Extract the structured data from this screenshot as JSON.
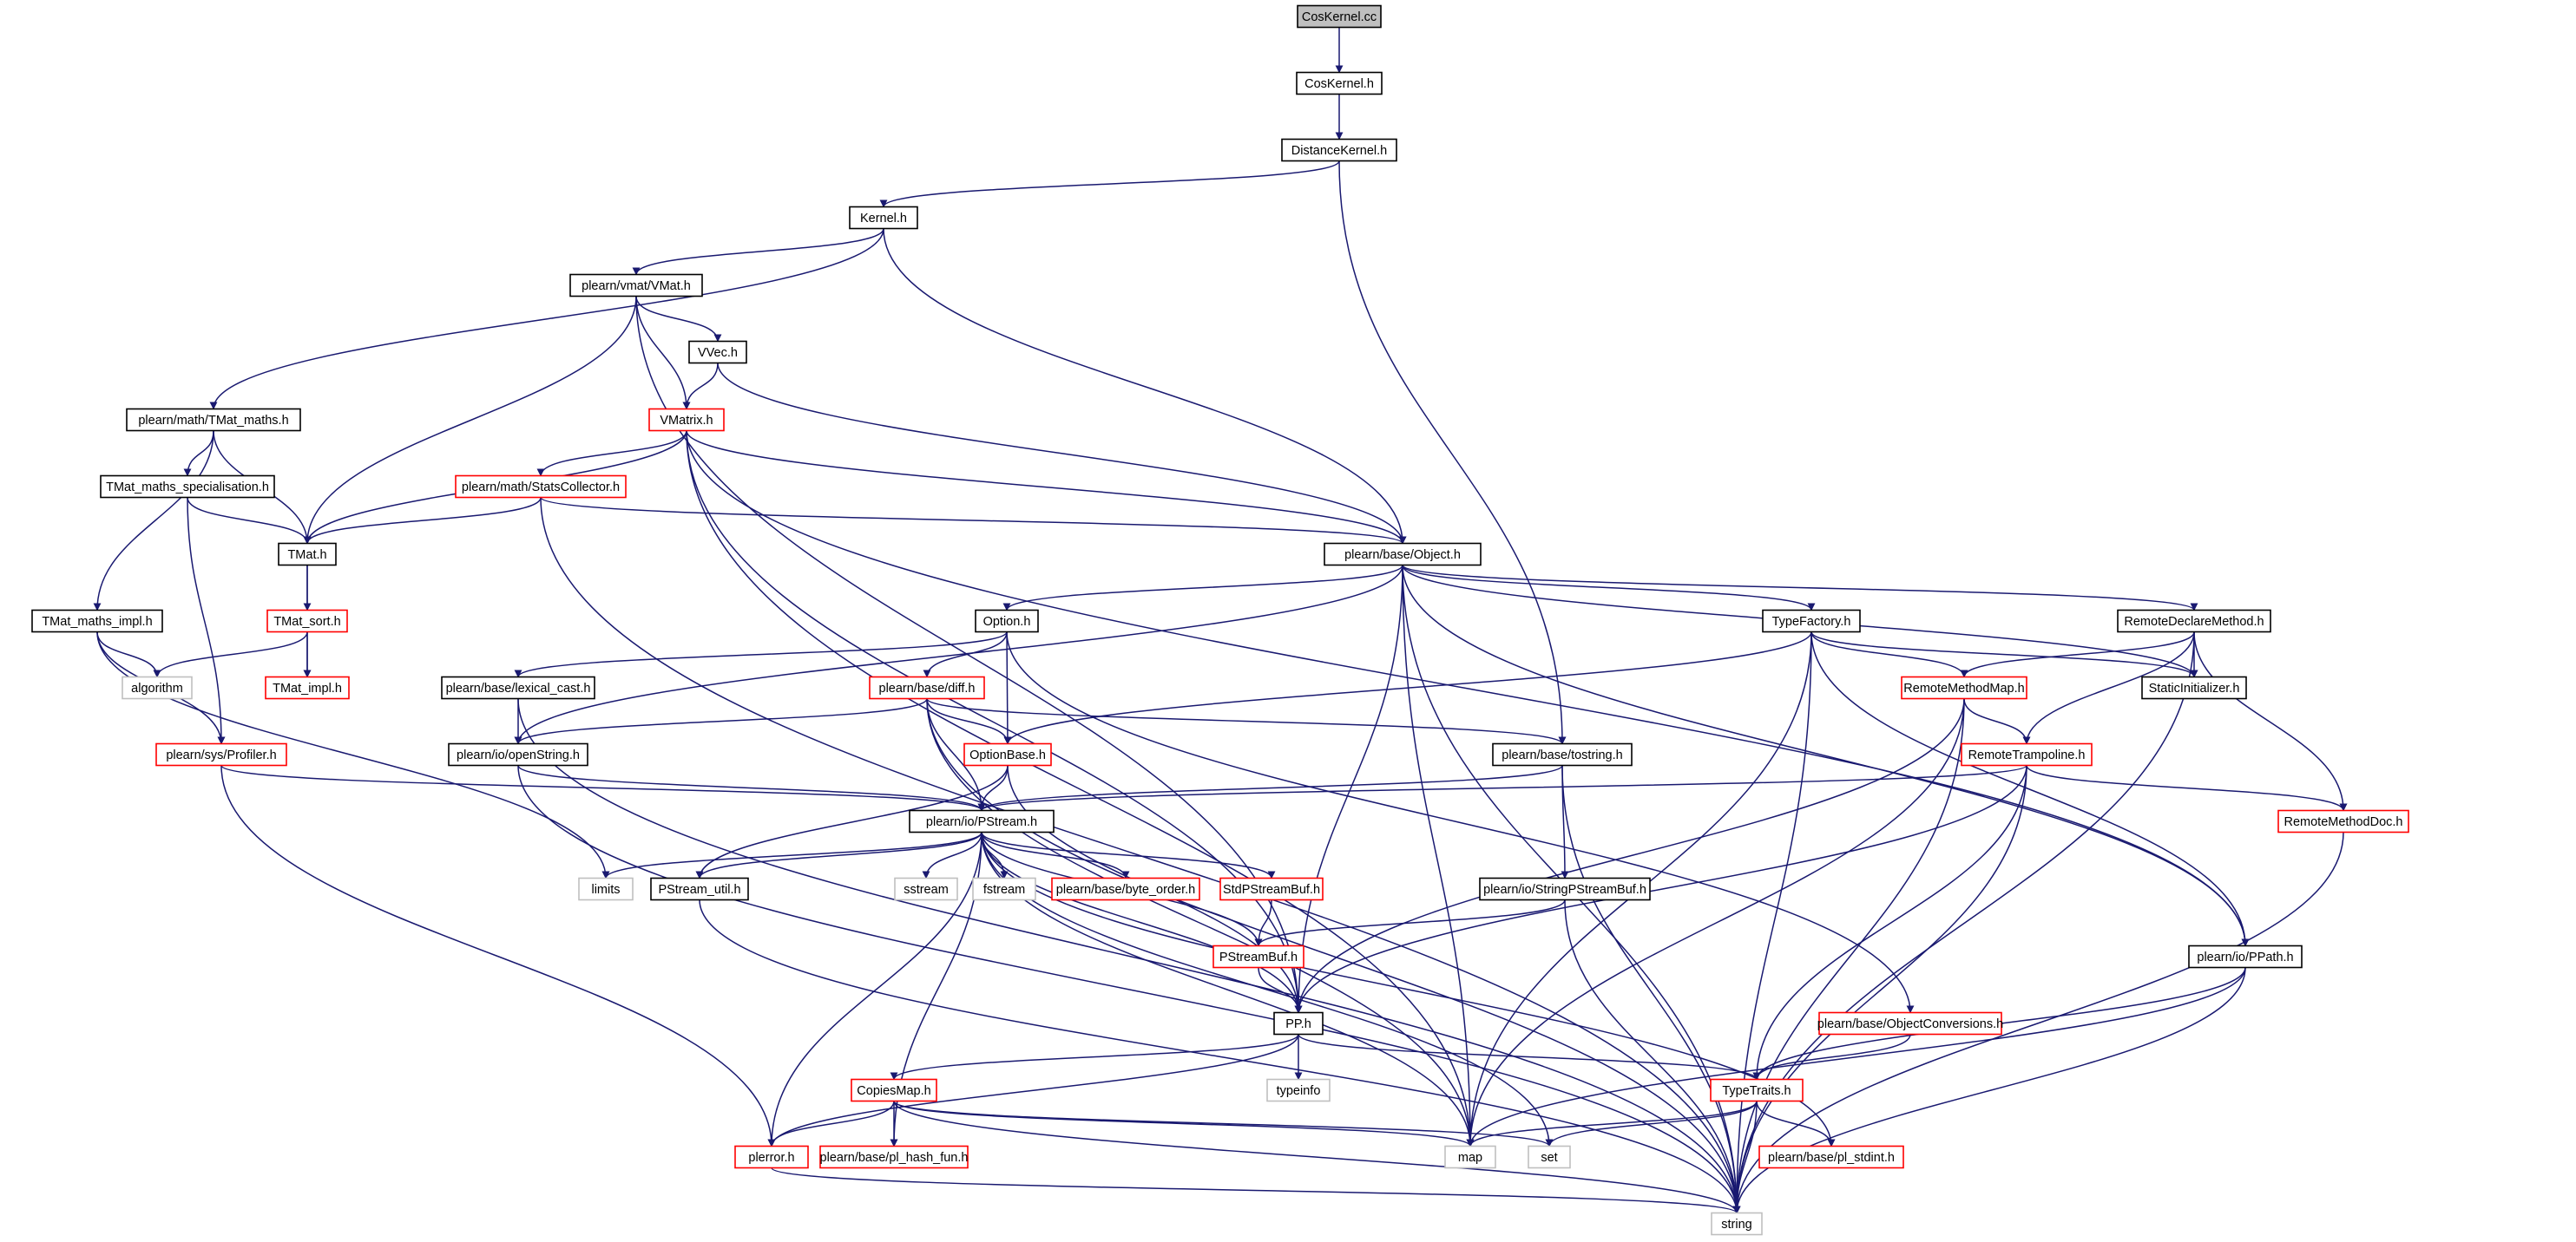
{
  "diagram": {
    "colors": {
      "edge": "#191970",
      "border_doc": "#000000",
      "border_nodoc": "#ff0000",
      "border_external": "#bfbfbf",
      "fill_root": "#bfbfbf",
      "fill": "#ffffff"
    },
    "nodes": [
      {
        "id": "cosk_cc",
        "label": "CosKernel.cc",
        "kind": "root"
      },
      {
        "id": "cosk_h",
        "label": "CosKernel.h",
        "kind": "doc"
      },
      {
        "id": "dist",
        "label": "DistanceKernel.h",
        "kind": "doc"
      },
      {
        "id": "kernel",
        "label": "Kernel.h",
        "kind": "doc"
      },
      {
        "id": "vmat",
        "label": "plearn/vmat/VMat.h",
        "kind": "doc"
      },
      {
        "id": "vvec",
        "label": "VVec.h",
        "kind": "doc"
      },
      {
        "id": "tmath",
        "label": "plearn/math/TMat_maths.h",
        "kind": "doc"
      },
      {
        "id": "vmatrix",
        "label": "VMatrix.h",
        "kind": "nodoc"
      },
      {
        "id": "tmspec",
        "label": "TMat_maths_specialisation.h",
        "kind": "doc"
      },
      {
        "id": "stats",
        "label": "plearn/math/StatsCollector.h",
        "kind": "nodoc"
      },
      {
        "id": "tmat",
        "label": "TMat.h",
        "kind": "doc"
      },
      {
        "id": "object",
        "label": "plearn/base/Object.h",
        "kind": "doc"
      },
      {
        "id": "tmimpl",
        "label": "TMat_maths_impl.h",
        "kind": "doc"
      },
      {
        "id": "tsort",
        "label": "TMat_sort.h",
        "kind": "nodoc"
      },
      {
        "id": "option",
        "label": "Option.h",
        "kind": "doc"
      },
      {
        "id": "typefac",
        "label": "TypeFactory.h",
        "kind": "doc"
      },
      {
        "id": "rdecl",
        "label": "RemoteDeclareMethod.h",
        "kind": "doc"
      },
      {
        "id": "algo",
        "label": "algorithm",
        "kind": "ext"
      },
      {
        "id": "tmatimpl",
        "label": "TMat_impl.h",
        "kind": "nodoc"
      },
      {
        "id": "lexcast",
        "label": "plearn/base/lexical_cast.h",
        "kind": "doc"
      },
      {
        "id": "diff",
        "label": "plearn/base/diff.h",
        "kind": "nodoc"
      },
      {
        "id": "rmmap",
        "label": "RemoteMethodMap.h",
        "kind": "nodoc"
      },
      {
        "id": "statinit",
        "label": "StaticInitializer.h",
        "kind": "doc"
      },
      {
        "id": "profiler",
        "label": "plearn/sys/Profiler.h",
        "kind": "nodoc"
      },
      {
        "id": "openstr",
        "label": "plearn/io/openString.h",
        "kind": "doc"
      },
      {
        "id": "optbase",
        "label": "OptionBase.h",
        "kind": "nodoc"
      },
      {
        "id": "tostring",
        "label": "plearn/base/tostring.h",
        "kind": "doc"
      },
      {
        "id": "rtramp",
        "label": "RemoteTrampoline.h",
        "kind": "nodoc"
      },
      {
        "id": "pstream",
        "label": "plearn/io/PStream.h",
        "kind": "doc"
      },
      {
        "id": "rmdoc",
        "label": "RemoteMethodDoc.h",
        "kind": "nodoc"
      },
      {
        "id": "limits",
        "label": "limits",
        "kind": "ext"
      },
      {
        "id": "psutil",
        "label": "PStream_util.h",
        "kind": "doc"
      },
      {
        "id": "sstream",
        "label": "sstream",
        "kind": "ext"
      },
      {
        "id": "fstream",
        "label": "fstream",
        "kind": "ext"
      },
      {
        "id": "byteord",
        "label": "plearn/base/byte_order.h",
        "kind": "nodoc"
      },
      {
        "id": "stdpsb",
        "label": "StdPStreamBuf.h",
        "kind": "nodoc"
      },
      {
        "id": "strpsb",
        "label": "plearn/io/StringPStreamBuf.h",
        "kind": "doc"
      },
      {
        "id": "ppath",
        "label": "plearn/io/PPath.h",
        "kind": "doc"
      },
      {
        "id": "psbuf",
        "label": "PStreamBuf.h",
        "kind": "nodoc"
      },
      {
        "id": "pp",
        "label": "PP.h",
        "kind": "doc"
      },
      {
        "id": "objconv",
        "label": "plearn/base/ObjectConversions.h",
        "kind": "nodoc"
      },
      {
        "id": "typeinfo",
        "label": "typeinfo",
        "kind": "ext"
      },
      {
        "id": "copies",
        "label": "CopiesMap.h",
        "kind": "nodoc"
      },
      {
        "id": "ttraits",
        "label": "TypeTraits.h",
        "kind": "nodoc"
      },
      {
        "id": "plerror",
        "label": "plerror.h",
        "kind": "nodoc"
      },
      {
        "id": "hashfun",
        "label": "plearn/base/pl_hash_fun.h",
        "kind": "nodoc"
      },
      {
        "id": "map",
        "label": "map",
        "kind": "ext"
      },
      {
        "id": "set",
        "label": "set",
        "kind": "ext"
      },
      {
        "id": "stdint",
        "label": "plearn/base/pl_stdint.h",
        "kind": "nodoc"
      },
      {
        "id": "string",
        "label": "string",
        "kind": "ext"
      }
    ],
    "edges": [
      [
        "cosk_cc",
        "cosk_h"
      ],
      [
        "cosk_h",
        "dist"
      ],
      [
        "dist",
        "kernel"
      ],
      [
        "dist",
        "tostring"
      ],
      [
        "kernel",
        "vmat"
      ],
      [
        "kernel",
        "tmath"
      ],
      [
        "kernel",
        "object"
      ],
      [
        "vmat",
        "vvec"
      ],
      [
        "vmat",
        "vmatrix"
      ],
      [
        "vmat",
        "tmat"
      ],
      [
        "vmat",
        "pp"
      ],
      [
        "vvec",
        "vmatrix"
      ],
      [
        "vvec",
        "object"
      ],
      [
        "tmath",
        "tmspec"
      ],
      [
        "tmath",
        "tmat"
      ],
      [
        "tmath",
        "tmimpl"
      ],
      [
        "vmatrix",
        "stats"
      ],
      [
        "vmatrix",
        "tmat"
      ],
      [
        "vmatrix",
        "object"
      ],
      [
        "vmatrix",
        "ppath"
      ],
      [
        "vmatrix",
        "pp"
      ],
      [
        "vmatrix",
        "map"
      ],
      [
        "tmspec",
        "tmat"
      ],
      [
        "tmspec",
        "profiler"
      ],
      [
        "stats",
        "tmat"
      ],
      [
        "stats",
        "object"
      ],
      [
        "stats",
        "string"
      ],
      [
        "tmat",
        "tsort"
      ],
      [
        "tmat",
        "tmatimpl"
      ],
      [
        "tsort",
        "tmatimpl"
      ],
      [
        "tsort",
        "algo"
      ],
      [
        "tmimpl",
        "algo"
      ],
      [
        "tmimpl",
        "profiler"
      ],
      [
        "tmimpl",
        "limits"
      ],
      [
        "object",
        "option"
      ],
      [
        "object",
        "typefac"
      ],
      [
        "object",
        "rdecl"
      ],
      [
        "object",
        "statinit"
      ],
      [
        "object",
        "openstr"
      ],
      [
        "object",
        "pp"
      ],
      [
        "object",
        "ppath"
      ],
      [
        "object",
        "map"
      ],
      [
        "object",
        "string"
      ],
      [
        "option",
        "lexcast"
      ],
      [
        "option",
        "diff"
      ],
      [
        "option",
        "optbase"
      ],
      [
        "option",
        "objconv"
      ],
      [
        "typefac",
        "optbase"
      ],
      [
        "typefac",
        "rmmap"
      ],
      [
        "typefac",
        "statinit"
      ],
      [
        "typefac",
        "ppath"
      ],
      [
        "typefac",
        "map"
      ],
      [
        "typefac",
        "string"
      ],
      [
        "rdecl",
        "rmmap"
      ],
      [
        "rdecl",
        "statinit"
      ],
      [
        "rdecl",
        "rtramp"
      ],
      [
        "rdecl",
        "rmdoc"
      ],
      [
        "rdecl",
        "string"
      ],
      [
        "lexcast",
        "openstr"
      ],
      [
        "lexcast",
        "string"
      ],
      [
        "diff",
        "openstr"
      ],
      [
        "diff",
        "optbase"
      ],
      [
        "diff",
        "tostring"
      ],
      [
        "diff",
        "pstream"
      ],
      [
        "diff",
        "map"
      ],
      [
        "diff",
        "string"
      ],
      [
        "rmmap",
        "rtramp"
      ],
      [
        "rmmap",
        "pp"
      ],
      [
        "rmmap",
        "map"
      ],
      [
        "rmmap",
        "string"
      ],
      [
        "profiler",
        "pstream"
      ],
      [
        "profiler",
        "plerror"
      ],
      [
        "openstr",
        "pstream"
      ],
      [
        "openstr",
        "string"
      ],
      [
        "optbase",
        "pstream"
      ],
      [
        "optbase",
        "pp"
      ],
      [
        "optbase",
        "psutil"
      ],
      [
        "tostring",
        "pstream"
      ],
      [
        "tostring",
        "strpsb"
      ],
      [
        "tostring",
        "string"
      ],
      [
        "rtramp",
        "pstream"
      ],
      [
        "rtramp",
        "rmdoc"
      ],
      [
        "rtramp",
        "pp"
      ],
      [
        "rtramp",
        "ttraits"
      ],
      [
        "rtramp",
        "string"
      ],
      [
        "pstream",
        "limits"
      ],
      [
        "pstream",
        "psutil"
      ],
      [
        "pstream",
        "sstream"
      ],
      [
        "pstream",
        "fstream"
      ],
      [
        "pstream",
        "byteord"
      ],
      [
        "pstream",
        "stdpsb"
      ],
      [
        "pstream",
        "psbuf"
      ],
      [
        "pstream",
        "pp"
      ],
      [
        "pstream",
        "plerror"
      ],
      [
        "pstream",
        "hashfun"
      ],
      [
        "pstream",
        "map"
      ],
      [
        "pstream",
        "set"
      ],
      [
        "pstream",
        "stdint"
      ],
      [
        "rmdoc",
        "string"
      ],
      [
        "psutil",
        "string"
      ],
      [
        "stdpsb",
        "psbuf"
      ],
      [
        "strpsb",
        "psbuf"
      ],
      [
        "strpsb",
        "string"
      ],
      [
        "ppath",
        "ttraits"
      ],
      [
        "ppath",
        "map"
      ],
      [
        "ppath",
        "string"
      ],
      [
        "psbuf",
        "pp"
      ],
      [
        "pp",
        "typeinfo"
      ],
      [
        "pp",
        "copies"
      ],
      [
        "pp",
        "ttraits"
      ],
      [
        "pp",
        "plerror"
      ],
      [
        "objconv",
        "ttraits"
      ],
      [
        "copies",
        "plerror"
      ],
      [
        "copies",
        "hashfun"
      ],
      [
        "copies",
        "map"
      ],
      [
        "copies",
        "set"
      ],
      [
        "copies",
        "string"
      ],
      [
        "ttraits",
        "map"
      ],
      [
        "ttraits",
        "set"
      ],
      [
        "ttraits",
        "stdint"
      ],
      [
        "ttraits",
        "string"
      ],
      [
        "plerror",
        "string"
      ]
    ]
  }
}
